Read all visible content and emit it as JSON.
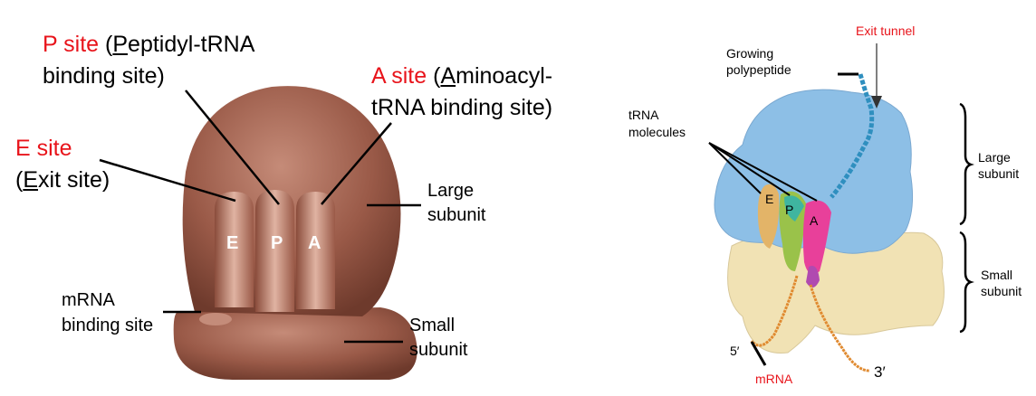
{
  "left_diagram": {
    "p_site": {
      "name": "P site",
      "desc_open": " (",
      "desc_initial": "P",
      "desc_rest": "eptidyl-tRNA",
      "line2": "binding site)"
    },
    "a_site": {
      "name": "A site",
      "desc_open": " (",
      "desc_initial": "A",
      "desc_rest": "minoacyl-",
      "line2": "tRNA binding site)"
    },
    "e_site": {
      "name": "E site",
      "desc_open": "(",
      "desc_initial": "E",
      "desc_rest": "xit site)"
    },
    "large_subunit": [
      "Large",
      "subunit"
    ],
    "small_subunit": [
      "Small",
      "subunit"
    ],
    "mrna_binding_site": [
      "mRNA",
      "binding site"
    ],
    "slot_labels": [
      "E",
      "P",
      "A"
    ]
  },
  "right_diagram": {
    "exit_tunnel": "Exit tunnel",
    "growing_polypeptide": [
      "Growing",
      "polypeptide"
    ],
    "trna_molecules": [
      "tRNA",
      "molecules"
    ],
    "large_subunit": [
      "Large",
      "subunit"
    ],
    "small_subunit": [
      "Small",
      "subunit"
    ],
    "five_prime": "5′",
    "three_prime": "3′",
    "mrna": "mRNA",
    "site_labels": [
      "E",
      "P",
      "A"
    ]
  },
  "colors": {
    "highlight": "#e8141b",
    "ribosome_brown": "#9a5a48",
    "large_blue": "#8dbfe6",
    "small_cream": "#f1e2b4"
  }
}
